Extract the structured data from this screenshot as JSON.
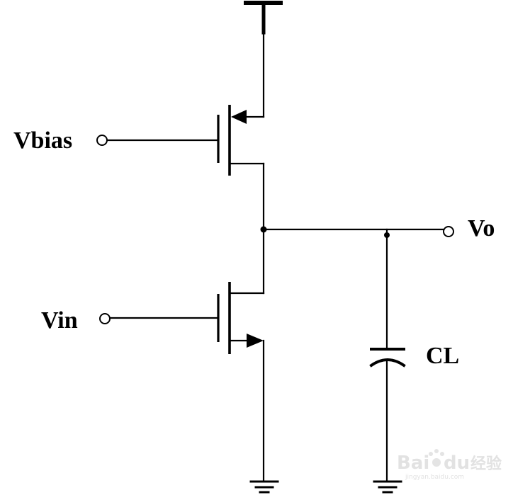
{
  "diagram": {
    "labels": {
      "vbias": "Vbias",
      "vin": "Vin",
      "vo": "Vo",
      "cl": "CL"
    },
    "watermark": {
      "brand": "Bai",
      "brand_tail": "du",
      "suffix": "经验",
      "url": "jingyan.baidu.com"
    }
  }
}
